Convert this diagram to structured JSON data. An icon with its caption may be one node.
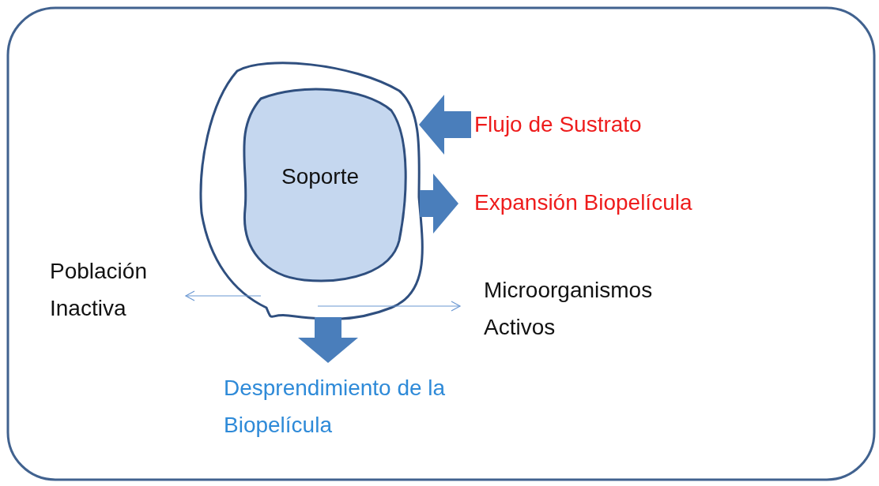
{
  "diagram": {
    "nodes": [
      {
        "text": [],
        "shape": "circle"
      },
      {
        "text": [
          "Soporte"
        ],
        "in": 0
      },
      {
        "text": [
          "Flujo de Sustrato"
        ]
      },
      {
        "text": [
          "Expansión Biopelícula"
        ]
      },
      {
        "text": [
          "Población Inactiva"
        ]
      },
      {
        "text": [
          "Microorganismos Activos"
        ]
      },
      {
        "text": [
          "Desprendimiento de la Biopelícula"
        ]
      }
    ],
    "edges": [
      {
        "from": 2,
        "to": 0,
        "arrow": "to"
      },
      {
        "from": 0,
        "to": 3,
        "arrow": "to"
      },
      {
        "from": 0,
        "to": 6,
        "arrow": "to"
      },
      {
        "from": 0,
        "to": 4,
        "arrow": "to"
      },
      {
        "from": 0,
        "to": 5,
        "arrow": "to"
      }
    ]
  }
}
